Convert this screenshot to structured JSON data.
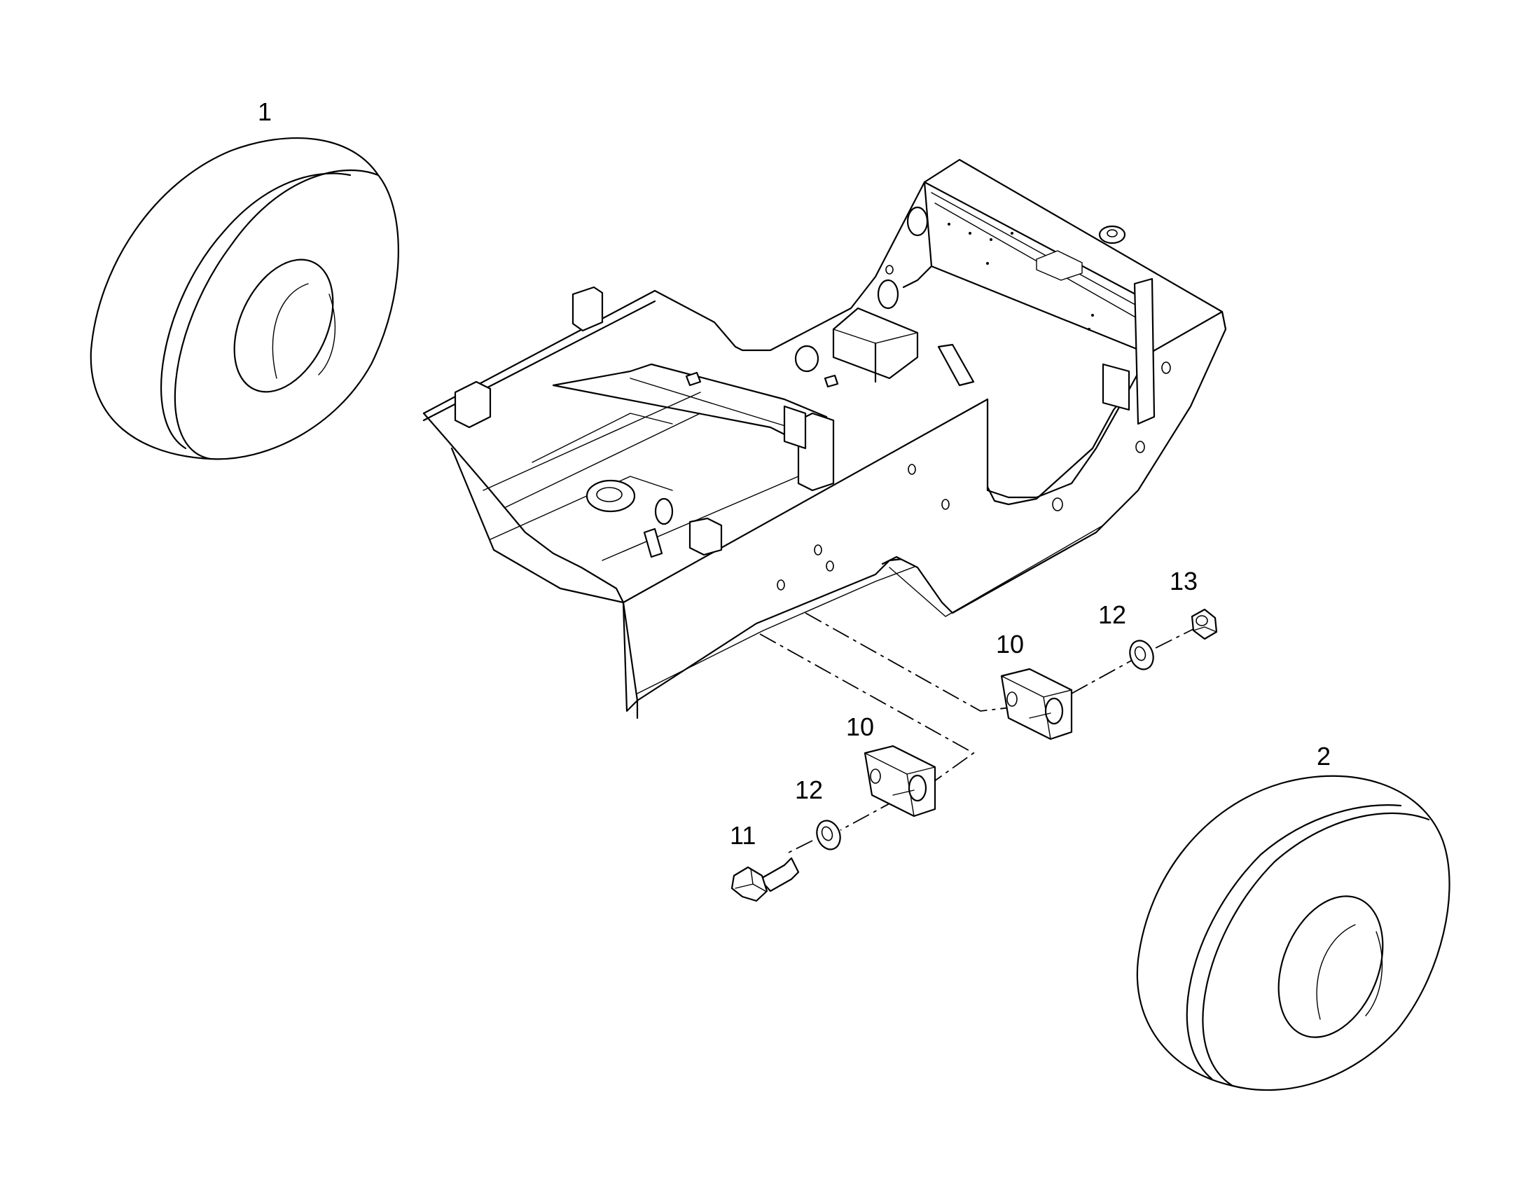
{
  "callouts": [
    {
      "id": "c1",
      "label": "1"
    },
    {
      "id": "c2",
      "label": "2"
    },
    {
      "id": "c10a",
      "label": "10"
    },
    {
      "id": "c10b",
      "label": "10"
    },
    {
      "id": "c11",
      "label": "11"
    },
    {
      "id": "c12a",
      "label": "12"
    },
    {
      "id": "c12b",
      "label": "12"
    },
    {
      "id": "c13",
      "label": "13"
    }
  ]
}
